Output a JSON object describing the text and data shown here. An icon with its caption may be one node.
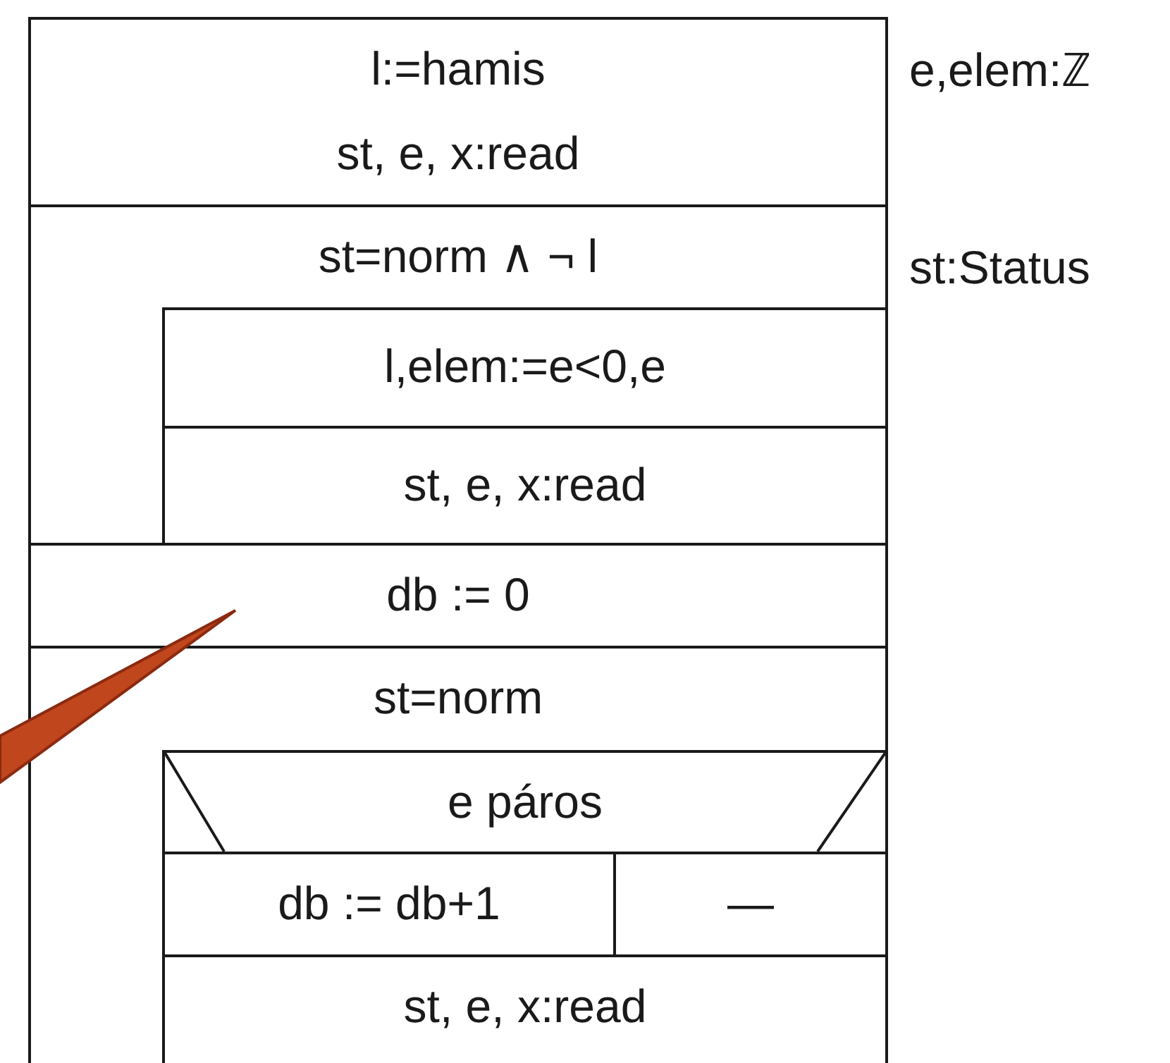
{
  "diagram": {
    "nodes": [
      {
        "text": [
          "l:=hamis",
          "st, e, x:read"
        ]
      },
      {
        "text": [
          "st=norm ∧ ¬ l"
        ]
      },
      {
        "text": [
          "l,elem:=e<0,e"
        ],
        "in": 1
      },
      {
        "text": [
          "st, e, x:read"
        ],
        "in": 1
      },
      {
        "text": [
          "db := 0"
        ]
      },
      {
        "text": [
          "st=norm"
        ]
      },
      {
        "text": [
          "e páros"
        ],
        "in": 5
      },
      {
        "text": [
          "db := db+1"
        ],
        "in": 5
      },
      {
        "text": [
          "—"
        ],
        "in": 5
      },
      {
        "text": [
          "st, e, x:read"
        ],
        "in": 5
      },
      {
        "text": [],
        "shape": "callout"
      }
    ],
    "labels": [
      "e,elem:ℤ",
      "st:Status"
    ]
  }
}
